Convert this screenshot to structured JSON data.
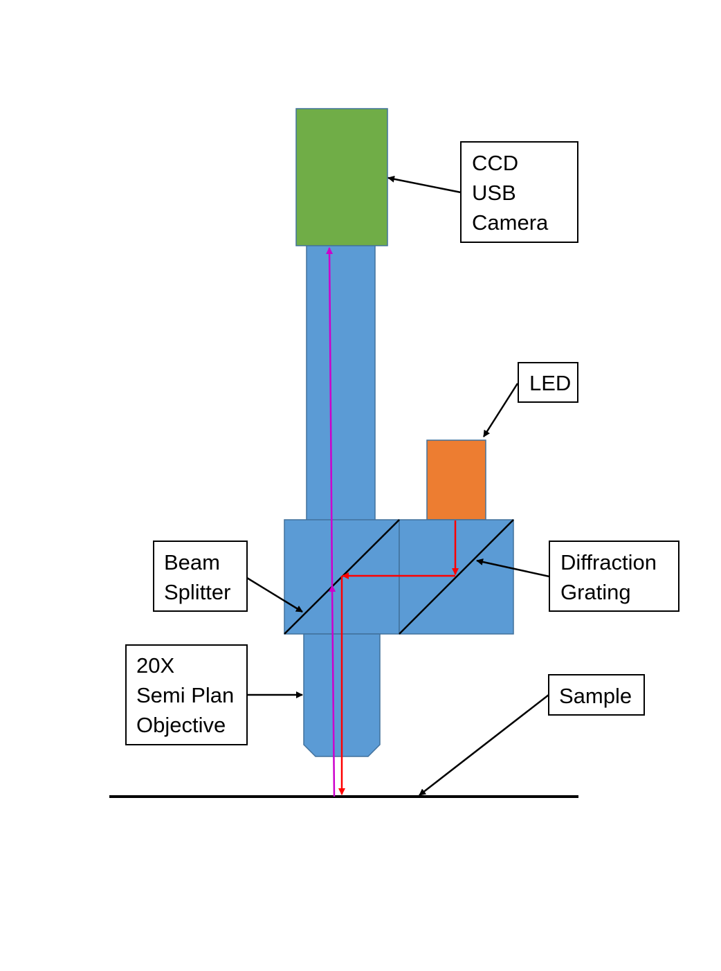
{
  "colors": {
    "optics_blue": "#5b9bd5",
    "optics_blue_stroke": "#41719c",
    "camera_green": "#70ad47",
    "led_orange": "#ed7d31",
    "emission_ray": "#cc00cc",
    "illumination_ray": "#ff0000",
    "outline": "#000000"
  },
  "labels": {
    "camera": [
      "CCD",
      "USB",
      "Camera"
    ],
    "led": [
      "LED"
    ],
    "beam_splitter": [
      "Beam",
      "Splitter"
    ],
    "diffraction_grating": [
      "Diffraction",
      "Grating"
    ],
    "objective": [
      "20X",
      "Semi Plan",
      "Objective"
    ],
    "sample": [
      "Sample"
    ]
  }
}
